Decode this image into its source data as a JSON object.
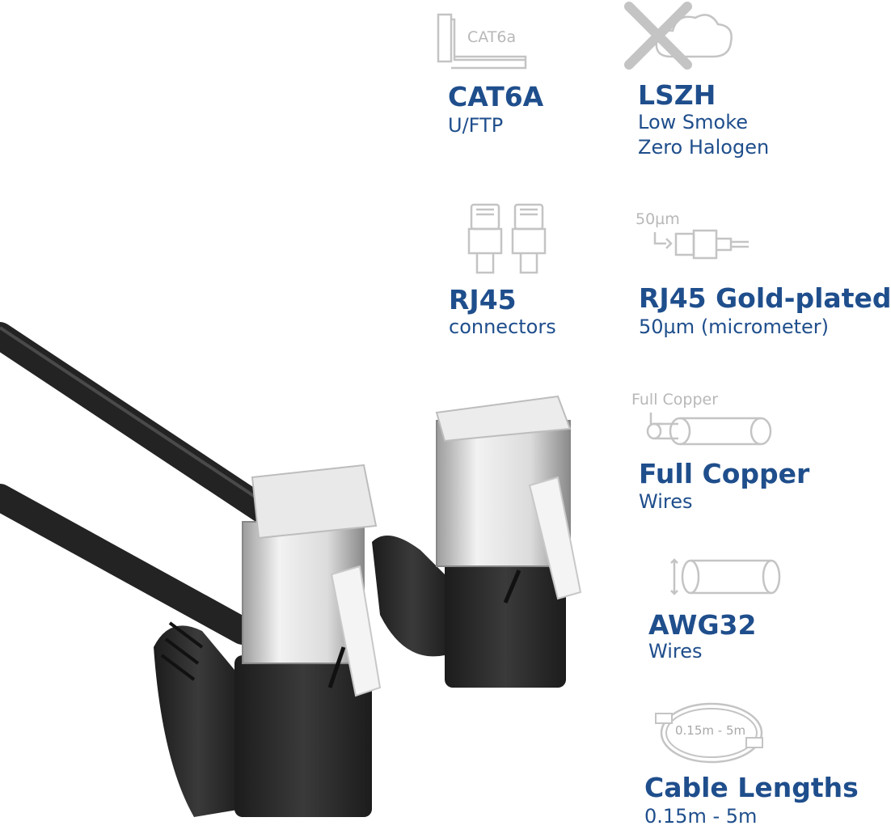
{
  "features": {
    "cat6a": {
      "icon_label": "CAT6a",
      "title": "CAT6A",
      "subtitle": "U/FTP"
    },
    "lszh": {
      "title": "LSZH",
      "line1": "Low Smoke",
      "line2": "Zero Halogen"
    },
    "rj45": {
      "title": "RJ45",
      "subtitle": "connectors"
    },
    "gold": {
      "icon_label": "50µm",
      "title": "RJ45 Gold-plated",
      "subtitle": "50µm (micrometer)"
    },
    "copper": {
      "icon_label": "Full Copper",
      "title": "Full Copper",
      "subtitle": "Wires"
    },
    "awg": {
      "title": "AWG32",
      "subtitle": "Wires"
    },
    "length": {
      "icon_label": "0.15m - 5m",
      "title": "Cable Lengths",
      "subtitle": "0.15m - 5m"
    }
  },
  "colors": {
    "accent": "#1f4e8c",
    "icon_gray": "#c4c4c4",
    "cable": "#2a2a2a"
  },
  "icons": [
    "cable-end-icon",
    "no-smoke-icon",
    "rj45-plug-icon",
    "gold-contact-icon",
    "copper-wire-icon",
    "wire-gauge-icon",
    "cable-coil-icon"
  ]
}
